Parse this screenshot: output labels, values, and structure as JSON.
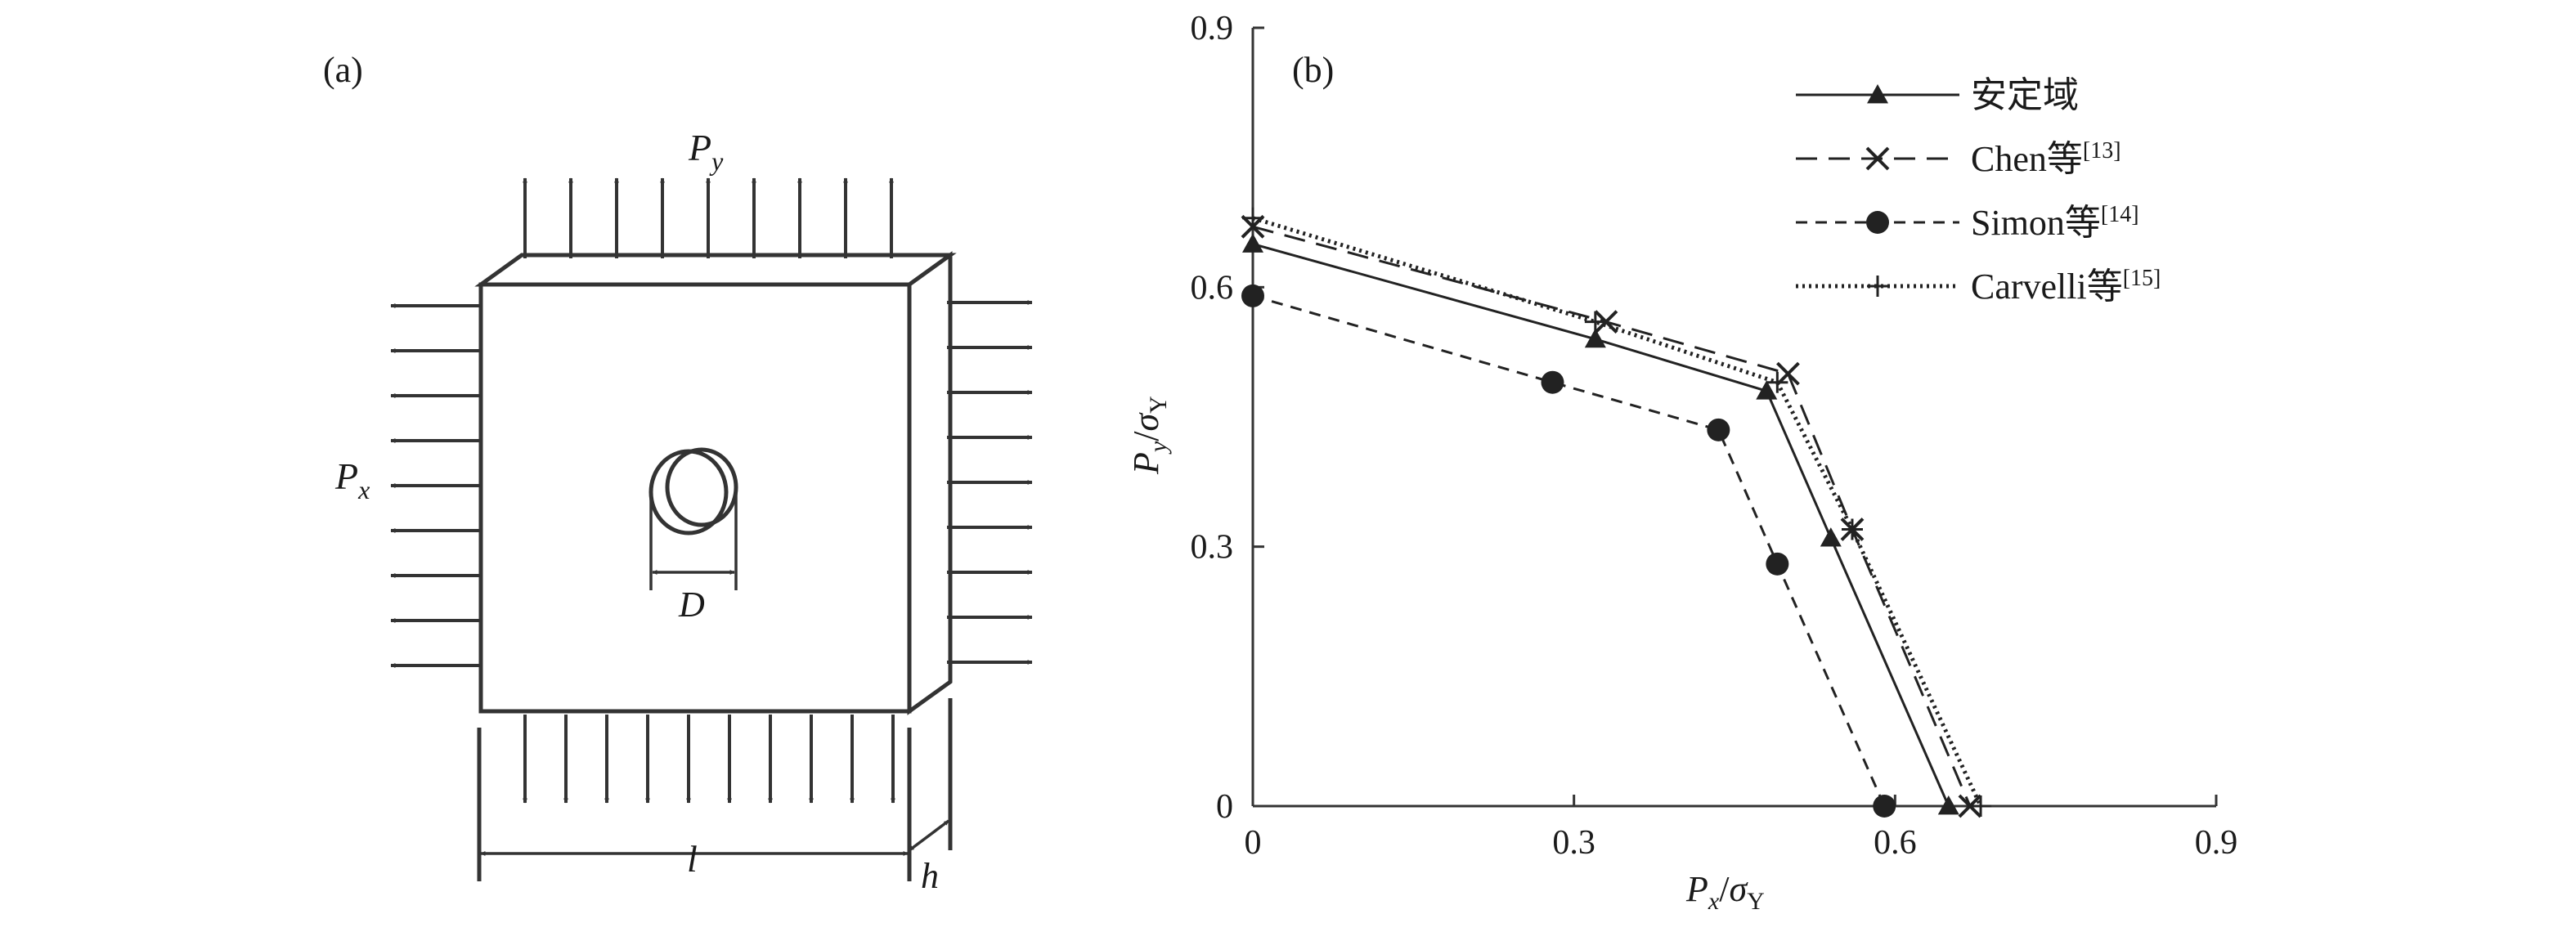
{
  "panel_a": {
    "label": "(a)",
    "load_y": {
      "main": "P",
      "sub": "y"
    },
    "load_x": {
      "main": "P",
      "sub": "x"
    },
    "hole_dim": "D",
    "length_dim": "l",
    "thickness_dim": "h"
  },
  "chart_data": {
    "type": "line",
    "panel_label": "(b)",
    "title": "",
    "xlabel": {
      "main": "P",
      "sub": "x",
      "sep": "/",
      "sigma": "σ",
      "sigma_sub": "Y"
    },
    "ylabel": {
      "main": "P",
      "sub": "y",
      "sep": "/",
      "sigma": "σ",
      "sigma_sub": "Y"
    },
    "xlim": [
      0,
      0.9
    ],
    "ylim": [
      0,
      0.9
    ],
    "xticks": [
      "0",
      "0.3",
      "0.6",
      "0.9"
    ],
    "yticks": [
      "0",
      "0.3",
      "0.6",
      "0.9"
    ],
    "grid": false,
    "legend_position": "top-right",
    "series": [
      {
        "name": "安定域",
        "ref": "",
        "style": "solid",
        "marker": "triangle",
        "x": [
          0,
          0.32,
          0.48,
          0.54,
          0.65
        ],
        "y": [
          0.65,
          0.54,
          0.48,
          0.31,
          0
        ]
      },
      {
        "name": "Chen等",
        "ref": "[13]",
        "style": "dashed",
        "marker": "x",
        "x": [
          0,
          0.33,
          0.5,
          0.56,
          0.67
        ],
        "y": [
          0.67,
          0.56,
          0.5,
          0.32,
          0
        ]
      },
      {
        "name": "Simon等",
        "ref": "[14]",
        "style": "dashed-short",
        "marker": "circle",
        "x": [
          0,
          0.28,
          0.435,
          0.49,
          0.59
        ],
        "y": [
          0.59,
          0.49,
          0.435,
          0.28,
          0
        ]
      },
      {
        "name": "Carvelli等",
        "ref": "[15]",
        "style": "dotted",
        "marker": "plus",
        "x": [
          0,
          0.32,
          0.49,
          0.56,
          0.68
        ],
        "y": [
          0.68,
          0.56,
          0.49,
          0.32,
          0
        ]
      }
    ]
  }
}
